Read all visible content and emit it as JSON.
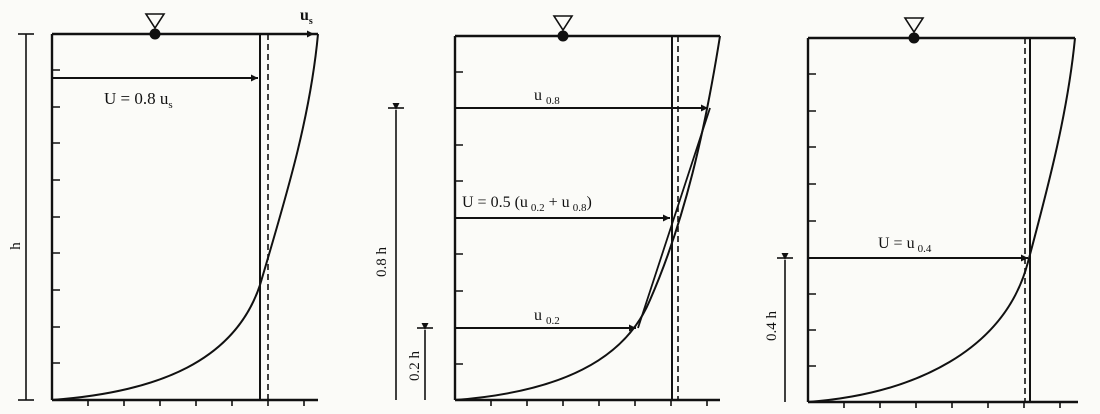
{
  "colors": {
    "ink": "#111111",
    "paper": "#fbfbf8"
  },
  "icons": {
    "surface": "water-surface-triangle-icon"
  },
  "panels": [
    {
      "id": "surface-method",
      "depth_label": "h",
      "surface_velocity_label": "u",
      "surface_velocity_sub": "s",
      "mean_velocity_label": "U = 0.8 u",
      "mean_velocity_sub": "s"
    },
    {
      "id": "two-point-method",
      "u08_label": "u",
      "u08_sub": "0.8",
      "mean_velocity_label": "U = 0.5 (u",
      "mean_velocity_sub_1": "0.2",
      "mean_velocity_mid": " + u",
      "mean_velocity_sub_2": "0.8",
      "mean_velocity_end": ")",
      "u02_label": "u",
      "u02_sub": "0.2",
      "depth_08_label": "0.8 h",
      "depth_02_label": "0.2 h"
    },
    {
      "id": "one-point-method",
      "mean_velocity_label": "U = u",
      "mean_velocity_sub": "0.4",
      "depth_04_label": "0.4 h"
    }
  ]
}
